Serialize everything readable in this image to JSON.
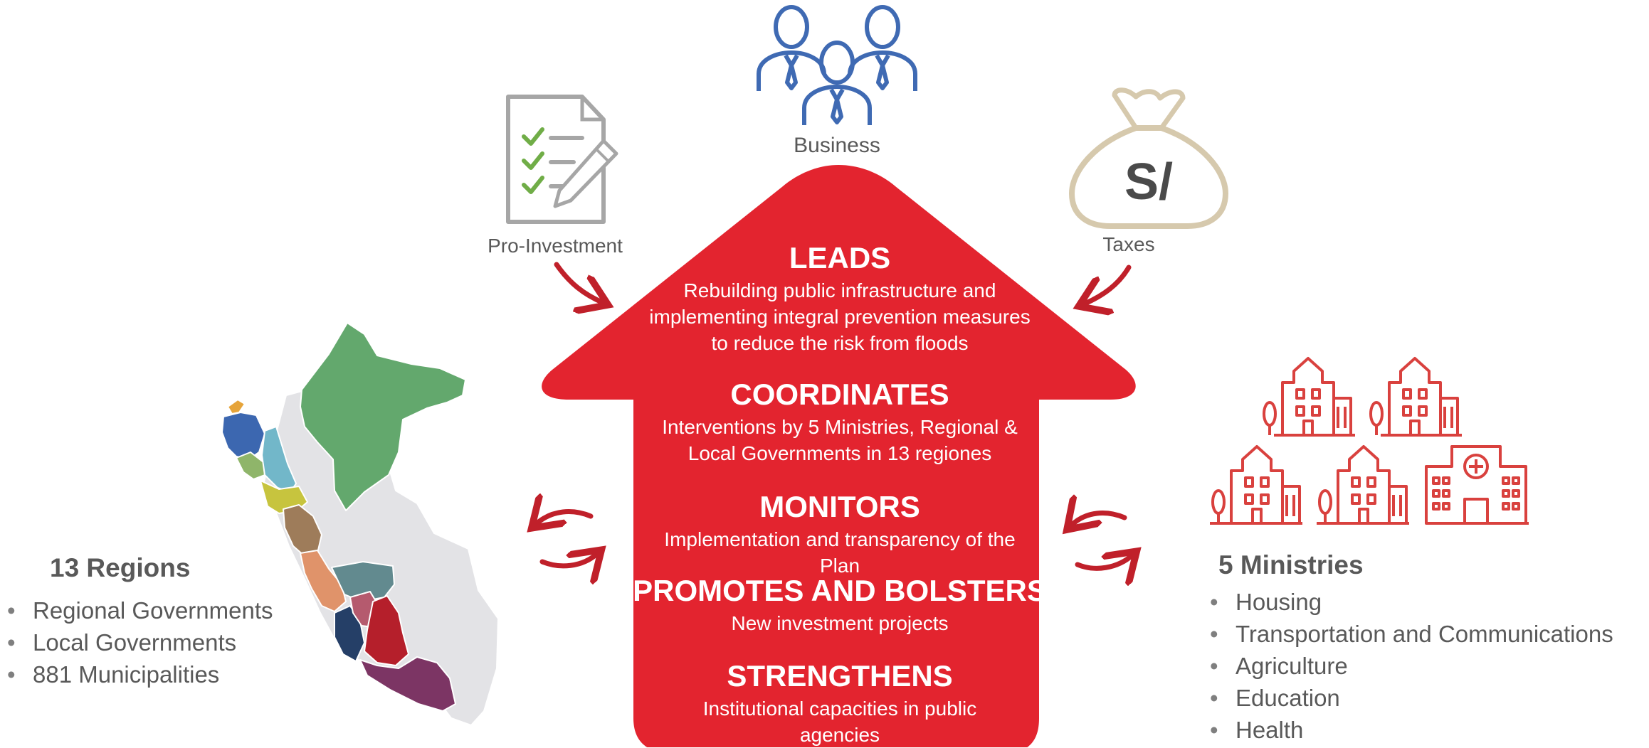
{
  "top_icons": {
    "business_label": "Business",
    "pro_investment_label": "Pro-Investment",
    "taxes_label": "Taxes",
    "currency_symbol": "S/"
  },
  "arrow_sections": [
    {
      "title": "LEADS",
      "text": "Rebuilding public infrastructure and implementing integral prevention measures to reduce the risk from floods"
    },
    {
      "title": "COORDINATES",
      "text": "Interventions by 5 Ministries, Regional & Local Governments in 13 regiones"
    },
    {
      "title": "MONITORS",
      "text": "Implementation and transparency of the Plan"
    },
    {
      "title": "PROMOTES AND BOLSTERS",
      "text": "New investment projects"
    },
    {
      "title": "STRENGTHENS",
      "text": "Institutional capacities in public agencies"
    }
  ],
  "regions": {
    "title": "13 Regions",
    "items": [
      "Regional Governments",
      "Local Governments",
      "881 Municipalities"
    ]
  },
  "ministries": {
    "title": "5 Ministries",
    "items": [
      "Housing",
      "Transportation and Communications",
      "Agriculture",
      "Education",
      "Health"
    ]
  },
  "colors": {
    "arrow_red": "#e3242f",
    "curved_arrow_red": "#c0202a",
    "business_blue": "#3f6ab3",
    "checklist_gray": "#a6a6a6",
    "check_green": "#70ad47",
    "moneybag_tan": "#d6c9ad",
    "building_red": "#d9413e",
    "text_gray": "#595959"
  }
}
